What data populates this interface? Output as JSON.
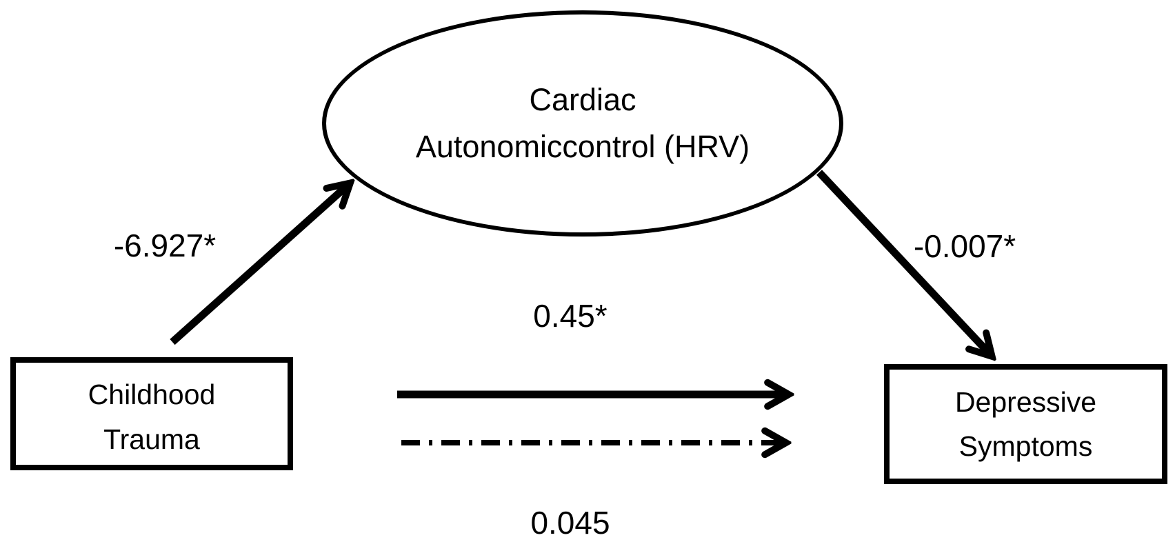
{
  "diagram": {
    "type": "mediation-path-model",
    "background_color": "#ffffff",
    "stroke_color": "#000000",
    "nodes": {
      "mediator": {
        "shape": "ellipse",
        "line1": "Cardiac",
        "line2": "Autonomiccontrol (HRV)"
      },
      "predictor": {
        "shape": "rectangle",
        "line1": "Childhood",
        "line2": "Trauma"
      },
      "outcome": {
        "shape": "rectangle",
        "line1": "Depressive",
        "line2": "Symptoms"
      }
    },
    "paths": [
      {
        "id": "a",
        "from": "predictor",
        "to": "mediator",
        "coefficient": "-6.927*",
        "style": "solid"
      },
      {
        "id": "b",
        "from": "mediator",
        "to": "outcome",
        "coefficient": "-0.007*",
        "style": "solid"
      },
      {
        "id": "c",
        "from": "predictor",
        "to": "outcome",
        "coefficient": "0.45*",
        "style": "solid"
      },
      {
        "id": "c-prime",
        "from": "predictor",
        "to": "outcome",
        "coefficient": "0.045",
        "style": "dash-dot"
      }
    ]
  }
}
